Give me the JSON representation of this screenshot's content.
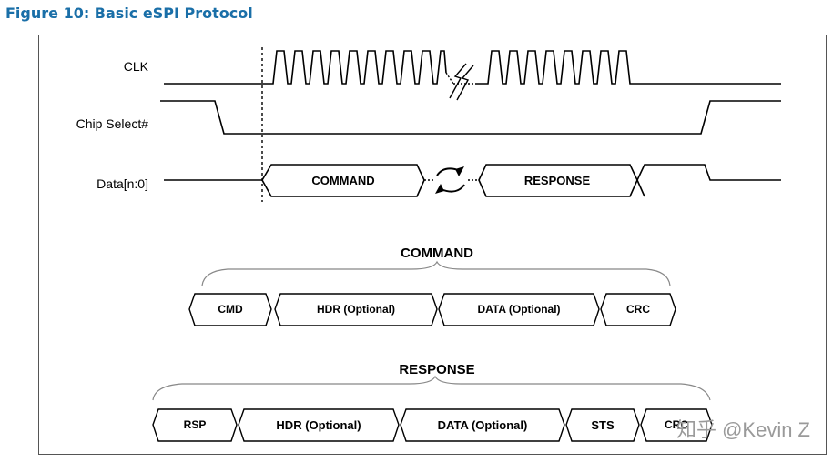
{
  "figure_title": "Figure  10: Basic eSPI Protocol",
  "signals": {
    "clk": "CLK",
    "cs": "Chip Select#",
    "data": "Data[n:0]"
  },
  "timing_fields": {
    "command": "COMMAND",
    "response": "RESPONSE"
  },
  "command_group": {
    "title": "COMMAND",
    "fields": [
      "CMD",
      "HDR (Optional)",
      "DATA (Optional)",
      "CRC"
    ]
  },
  "response_group": {
    "title": "RESPONSE",
    "fields": [
      "RSP",
      "HDR (Optional)",
      "DATA (Optional)",
      "STS",
      "CRC"
    ]
  },
  "watermark": "知乎 @Kevin Z",
  "colors": {
    "title": "#1a6fa8",
    "line": "#000000",
    "watermark": "#9a9a9a"
  }
}
